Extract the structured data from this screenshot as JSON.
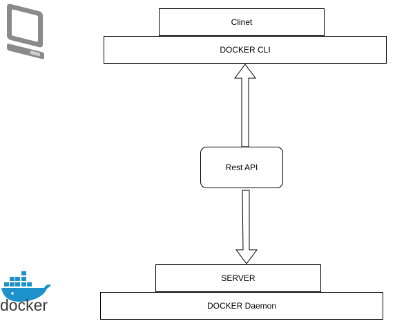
{
  "client": {
    "label": "Clinet",
    "cli_label": "DOCKER CLI"
  },
  "api": {
    "label": "Rest API"
  },
  "server": {
    "label": "SERVER",
    "daemon_label": "DOCKER Daemon"
  },
  "docker_logo": {
    "text": "docker",
    "whale_color": "#1d91c9",
    "text_color": "#3a3a3a"
  },
  "icons": {
    "client": "computer-icon",
    "server": "docker-whale-icon"
  }
}
